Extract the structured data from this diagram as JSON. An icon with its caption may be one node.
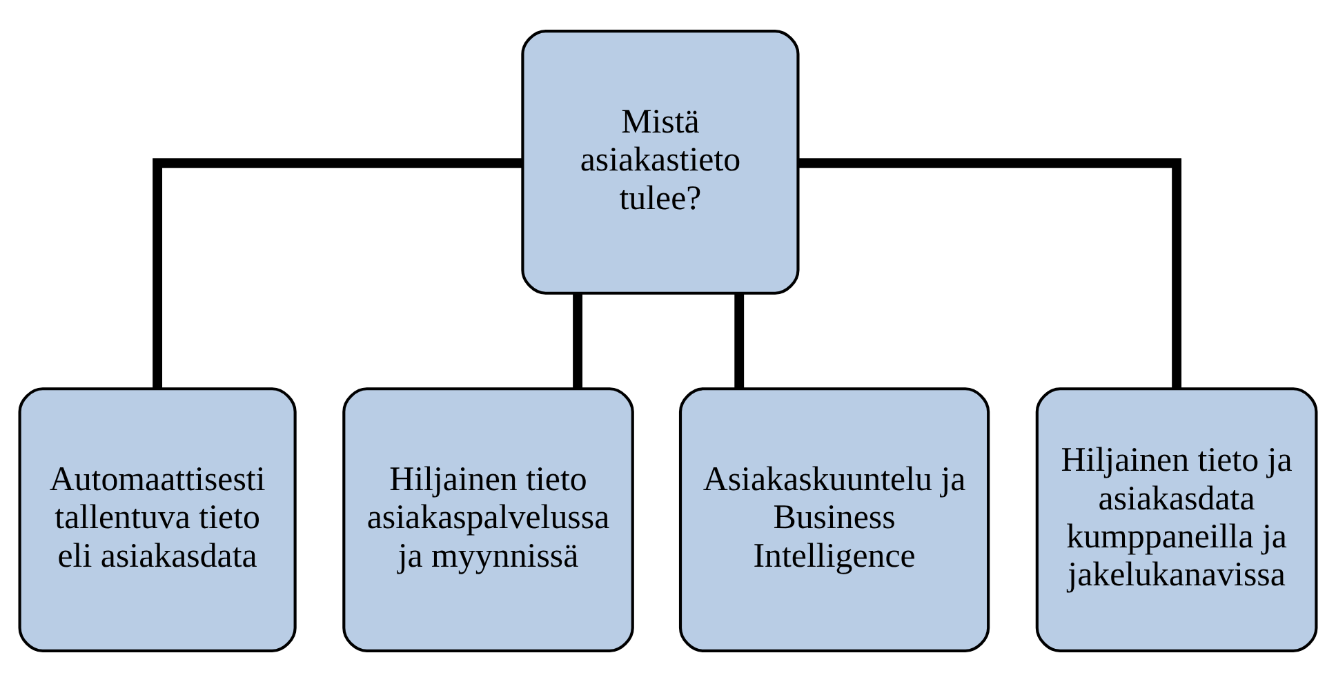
{
  "diagram": {
    "nodes": [
      {
        "text": [
          "Mistä asiakastieto tulee?"
        ]
      },
      {
        "text": [
          "Automaattisesti tallentuva tieto eli asiakasdata"
        ]
      },
      {
        "text": [
          "Hiljainen tieto asiakaspalvelussa ja myynnissä"
        ]
      },
      {
        "text": [
          "Asiakaskuuntelu ja Business Intelligence"
        ]
      },
      {
        "text": [
          "Hiljainen tieto ja asiakasdata kumppaneilla ja jakelukanavissa"
        ]
      }
    ],
    "edges": [
      {
        "from": 0,
        "to": 1,
        "arrow": "none"
      },
      {
        "from": 0,
        "to": 2,
        "arrow": "none"
      },
      {
        "from": 0,
        "to": 3,
        "arrow": "none"
      },
      {
        "from": 0,
        "to": 4,
        "arrow": "none"
      }
    ]
  }
}
